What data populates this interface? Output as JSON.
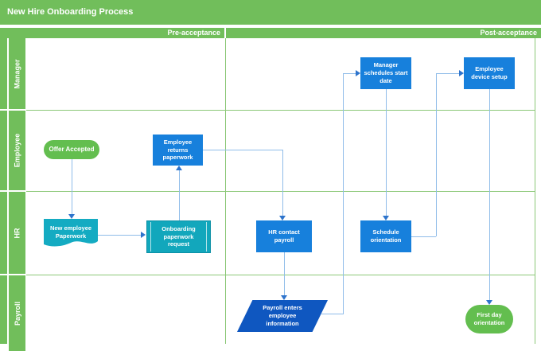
{
  "title": "New Hire Onboarding Process",
  "phases": [
    {
      "id": "pre-acceptance",
      "label": "Pre-acceptance"
    },
    {
      "id": "post-acceptance",
      "label": "Post-acceptance"
    }
  ],
  "lanes": [
    {
      "id": "manager",
      "label": "Manager"
    },
    {
      "id": "employee",
      "label": "Employee"
    },
    {
      "id": "hr",
      "label": "HR"
    },
    {
      "id": "payroll",
      "label": "Payroll"
    }
  ],
  "nodes": [
    {
      "id": "offer-accepted",
      "label": "Offer Accepted",
      "shape": "start",
      "lane": "employee",
      "phase": "pre-acceptance"
    },
    {
      "id": "new-employee-paperwork",
      "label": "New employee\nPaperwork",
      "shape": "document",
      "lane": "hr",
      "phase": "pre-acceptance"
    },
    {
      "id": "onboarding-paperwork-request",
      "label": "Onboarding\npaperwork\nrequest",
      "shape": "predefined-process",
      "lane": "hr",
      "phase": "pre-acceptance"
    },
    {
      "id": "employee-returns-paperwork",
      "label": "Employee\nreturns\npaperwork",
      "shape": "process",
      "lane": "employee",
      "phase": "pre-acceptance"
    },
    {
      "id": "hr-contact-payroll",
      "label": "HR contact\npayroll",
      "shape": "process",
      "lane": "hr",
      "phase": "post-acceptance"
    },
    {
      "id": "payroll-enters-employee-information",
      "label": "Payroll enters\nemployee\ninformation",
      "shape": "data",
      "lane": "payroll",
      "phase": "post-acceptance"
    },
    {
      "id": "manager-schedules-start-date",
      "label": "Manager\nschedules start\ndate",
      "shape": "process",
      "lane": "manager",
      "phase": "post-acceptance"
    },
    {
      "id": "schedule-orientation",
      "label": "Schedule\norientation",
      "shape": "process",
      "lane": "hr",
      "phase": "post-acceptance"
    },
    {
      "id": "employee-device-setup",
      "label": "Employee\ndevice setup",
      "shape": "process",
      "lane": "manager",
      "phase": "post-acceptance"
    },
    {
      "id": "first-day-orientation",
      "label": "First day\norientation",
      "shape": "end",
      "lane": "payroll",
      "phase": "post-acceptance"
    }
  ],
  "edges": [
    {
      "from": "offer-accepted",
      "to": "new-employee-paperwork"
    },
    {
      "from": "new-employee-paperwork",
      "to": "onboarding-paperwork-request"
    },
    {
      "from": "onboarding-paperwork-request",
      "to": "employee-returns-paperwork"
    },
    {
      "from": "employee-returns-paperwork",
      "to": "hr-contact-payroll"
    },
    {
      "from": "hr-contact-payroll",
      "to": "payroll-enters-employee-information"
    },
    {
      "from": "payroll-enters-employee-information",
      "to": "manager-schedules-start-date"
    },
    {
      "from": "manager-schedules-start-date",
      "to": "schedule-orientation"
    },
    {
      "from": "schedule-orientation",
      "to": "employee-device-setup"
    },
    {
      "from": "employee-device-setup",
      "to": "first-day-orientation"
    }
  ],
  "colors": {
    "header_green": "#71BE5B",
    "grid_green": "#8CC878",
    "process_blue": "#1780DC",
    "data_blue": "#0F57C0",
    "teal": "#12A7BC",
    "start_end_green": "#63BE4F",
    "connector_line": "#8FBCE9",
    "arrowhead_blue": "#2E74CC",
    "text_on_shapes": "#FFFFFF"
  }
}
